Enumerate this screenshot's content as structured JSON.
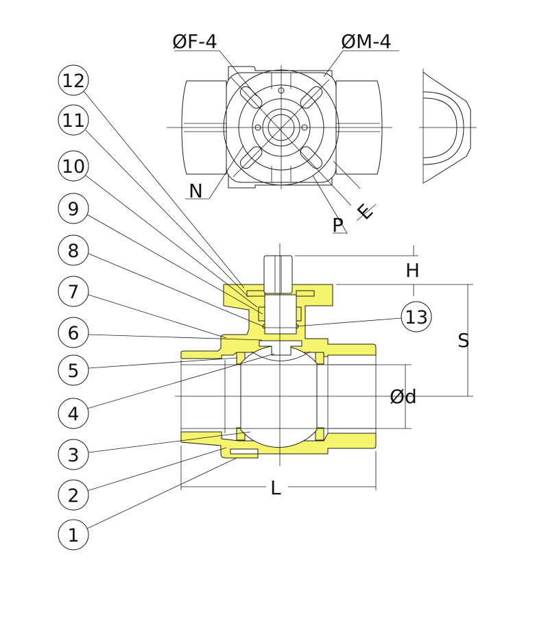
{
  "title": "Ball valve dimensional and sectional drawing",
  "colors": {
    "section_fill": "#f6f46c",
    "line": "#1a1a1a"
  },
  "dimensions": {
    "f": "ØF-4",
    "m": "ØM-4",
    "n": "N",
    "p": "P",
    "e": "E",
    "h": "H",
    "s": "S",
    "d": "Ød",
    "l": "L"
  },
  "parts": [
    "1",
    "2",
    "3",
    "4",
    "5",
    "6",
    "7",
    "8",
    "9",
    "10",
    "11",
    "12",
    "13"
  ]
}
